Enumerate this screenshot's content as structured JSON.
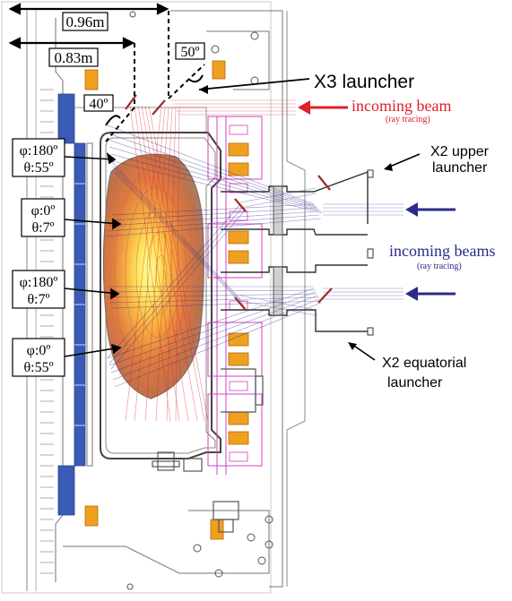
{
  "dimensions": {
    "d096": "0.96m",
    "d083": "0.83m"
  },
  "angles": {
    "a50": "50º",
    "a40": "40º"
  },
  "labels": {
    "x3_launcher": "X3 launcher",
    "incoming_beam": "incoming beam",
    "ray_tracing_red": "(ray tracing)",
    "x2_upper_line1": "X2 upper",
    "x2_upper_line2": "launcher",
    "incoming_beams": "incoming beams",
    "ray_tracing_blue": "(ray tracing)",
    "x2_eq_line1": "X2 equatorial",
    "x2_eq_line2": "launcher"
  },
  "beam_boxes": [
    {
      "phi": "φ:180º",
      "theta": "θ:55º"
    },
    {
      "phi": "φ:0º",
      "theta": "θ:7º"
    },
    {
      "phi": "φ:180º",
      "theta": "θ:7º"
    },
    {
      "phi": "φ:0º",
      "theta": "θ:55º"
    }
  ],
  "colors": {
    "red_beam": "#e0202a",
    "blue_beam": "#2b2b8c",
    "coil_blue": "#3a5bb5",
    "coil_orange": "#f0a020",
    "pink_struct": "#d040c0",
    "struct_gray": "#505050"
  }
}
